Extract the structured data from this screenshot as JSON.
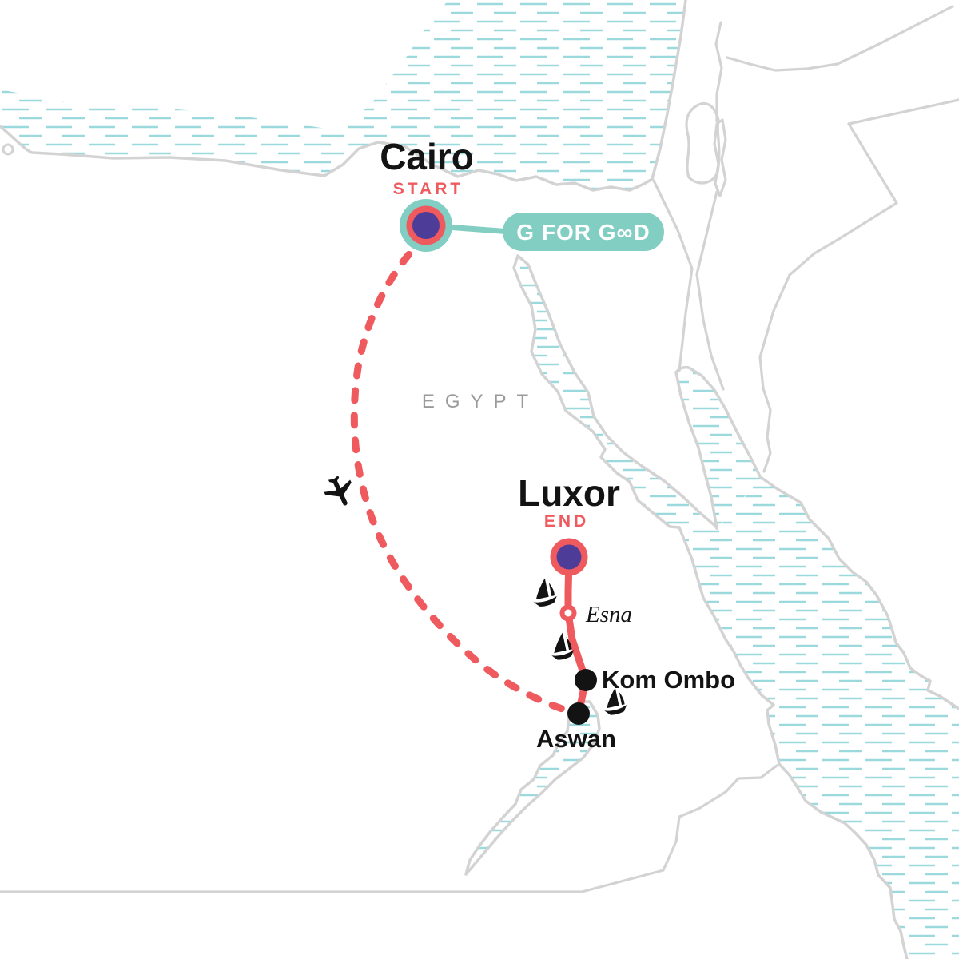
{
  "theme": {
    "teal": "#82CEC3",
    "red": "#EF5A5E",
    "purple": "#4E3D98",
    "ink": "#131313",
    "line-gray": "#D3D3D3",
    "hatch-teal": "#9BD9DC",
    "muted-gray": "#9A9A9A"
  },
  "map": {
    "region_label": "EGYPT",
    "badge": {
      "label": "G FOR G∞D"
    },
    "cities": {
      "cairo": {
        "name": "Cairo",
        "tag": "START"
      },
      "luxor": {
        "name": "Luxor",
        "tag": "END"
      },
      "esna": {
        "name": "Esna"
      },
      "kom_ombo": {
        "name": "Kom Ombo"
      },
      "aswan": {
        "name": "Aswan"
      }
    },
    "icons": [
      "airplane-icon",
      "sailboat-icon",
      "start-marker",
      "end-marker",
      "stop-dot"
    ],
    "water_bodies": [
      "mediterranean-sea",
      "gulf-of-suez",
      "gulf-of-aqaba",
      "red-sea",
      "lake-nasser-nile"
    ]
  }
}
